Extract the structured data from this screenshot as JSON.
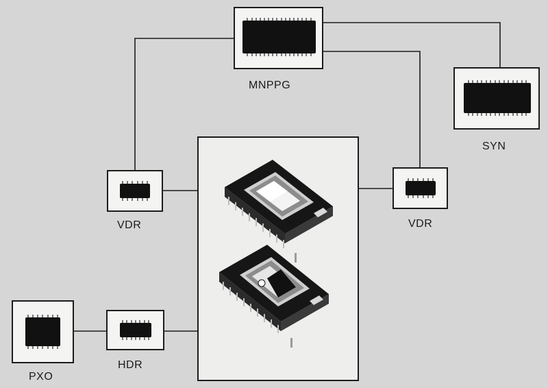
{
  "labels": {
    "mnppg": "MNPPG",
    "syn": "SYN",
    "vdr_left": "VDR",
    "vdr_right": "VDR",
    "hdr": "HDR",
    "pxo": "PXO"
  },
  "icons": {
    "chip": "ic-chip-icon",
    "sensor": "image-sensor-chip-icon"
  },
  "colors": {
    "background": "#d6d6d6",
    "box_fill": "#f4f4f2",
    "chip_body": "#111111",
    "wire": "#1c1c1c"
  }
}
